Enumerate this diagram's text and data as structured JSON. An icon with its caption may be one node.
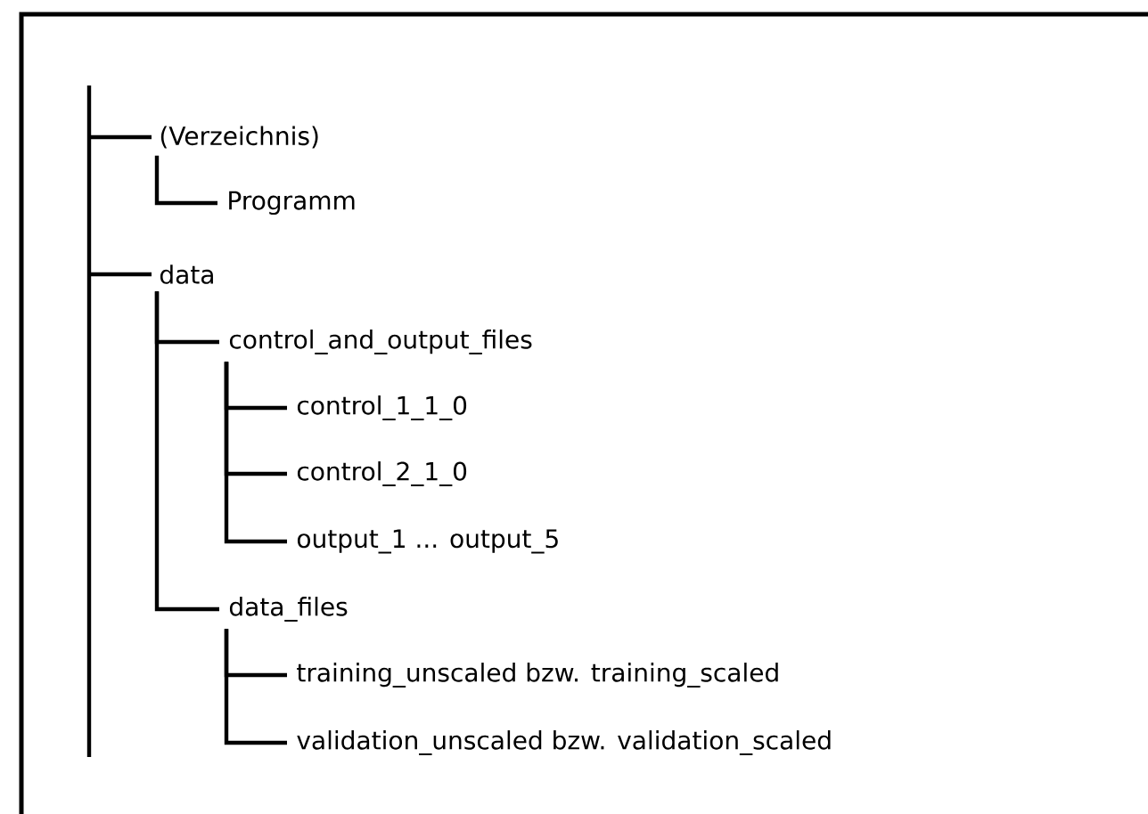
{
  "diagram": {
    "nodes": [
      {
        "text": [
          "(Verzeichnis)"
        ]
      },
      {
        "text": [
          "Programm"
        ]
      },
      {
        "text": [
          "data"
        ]
      },
      {
        "text": [
          "control_and_output_files"
        ]
      },
      {
        "text": [
          "control_1_1_0"
        ]
      },
      {
        "text": [
          "control_2_1_0"
        ]
      },
      {
        "text": [
          "output_1 ... output_5"
        ]
      },
      {
        "text": [
          "data_files"
        ]
      },
      {
        "text": [
          "training_unscaled bzw. training_scaled"
        ]
      },
      {
        "text": [
          "validation_unscaled bzw. validation_scaled"
        ]
      }
    ],
    "edges": [
      {
        "from": null,
        "to": 0,
        "arrow": "none"
      },
      {
        "from": 0,
        "to": 1,
        "arrow": "none"
      },
      {
        "from": null,
        "to": 2,
        "arrow": "none"
      },
      {
        "from": 2,
        "to": 3,
        "arrow": "none"
      },
      {
        "from": 3,
        "to": 4,
        "arrow": "none"
      },
      {
        "from": 3,
        "to": 5,
        "arrow": "none"
      },
      {
        "from": 3,
        "to": 6,
        "arrow": "none"
      },
      {
        "from": 2,
        "to": 7,
        "arrow": "none"
      },
      {
        "from": 7,
        "to": 8,
        "arrow": "none"
      },
      {
        "from": 7,
        "to": 9,
        "arrow": "none"
      }
    ]
  }
}
